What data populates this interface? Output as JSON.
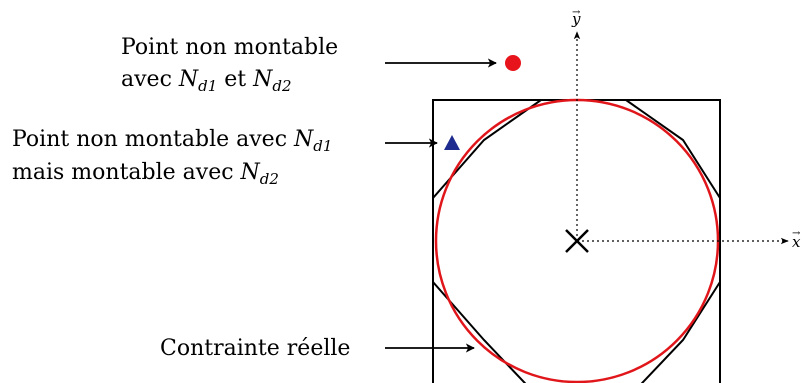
{
  "labels": {
    "red_point": {
      "line1": "Point non montable",
      "line2_prefix": "avec ",
      "nd1_base": "N",
      "nd1_sub": "d1",
      "connector": " et ",
      "nd2_base": "N",
      "nd2_sub": "d2"
    },
    "blue_point": {
      "line1_prefix": "Point non montable avec ",
      "nd1_base": "N",
      "nd1_sub": "d1",
      "line2_prefix": "mais montable avec ",
      "nd2_base": "N",
      "nd2_sub": "d2"
    },
    "constraint": "Contrainte réelle"
  },
  "axes": {
    "x_name": "x",
    "x_vec": "→",
    "y_name": "y",
    "y_vec": "→"
  },
  "colors": {
    "stroke": "#000000",
    "circle": "#e0161b",
    "red_point": "#e8141b",
    "blue_point": "#1e2b8f"
  },
  "markers": {
    "red_point": "filled-circle",
    "blue_point": "filled-triangle",
    "center": "cross"
  }
}
